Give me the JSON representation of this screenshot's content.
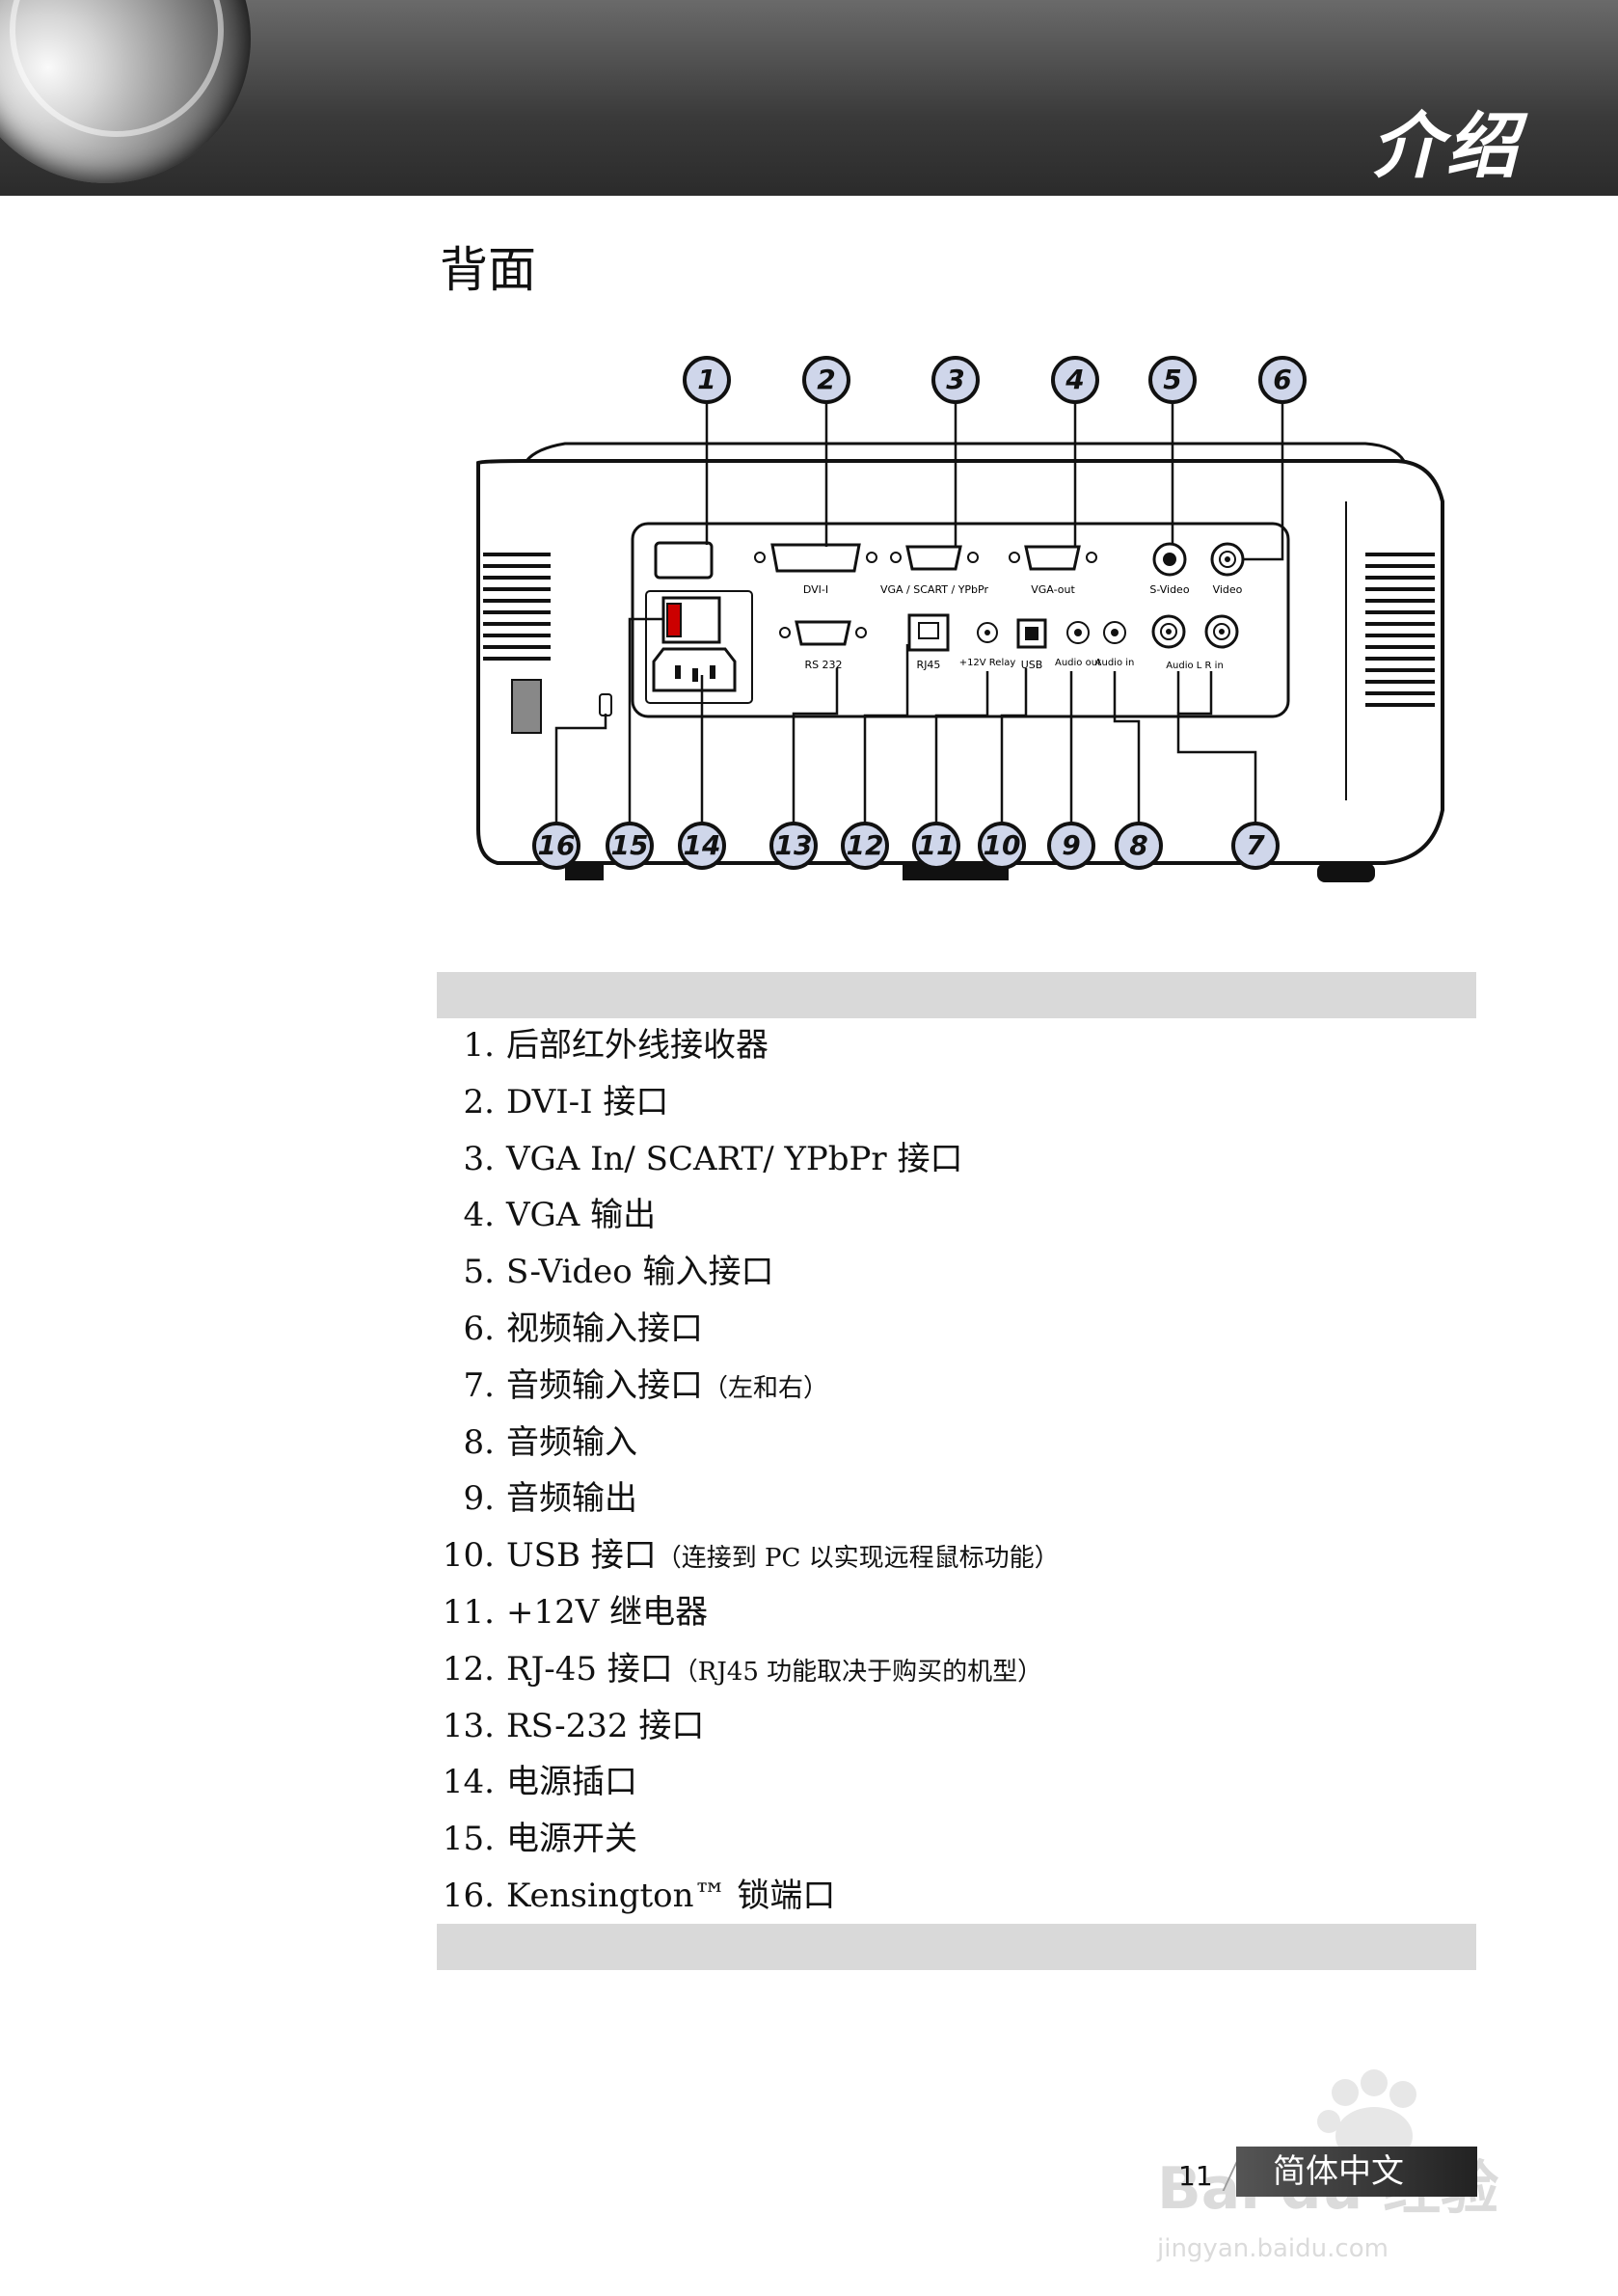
{
  "header": {
    "title": "介绍"
  },
  "section": {
    "title": "背面"
  },
  "diagram": {
    "callouts_top": [
      "1",
      "2",
      "3",
      "4",
      "5",
      "6"
    ],
    "callouts_bottom": [
      "16",
      "15",
      "14",
      "13",
      "12",
      "11",
      "10",
      "9",
      "8",
      "7"
    ],
    "port_labels": {
      "dvi": "DVI-I",
      "vga_in": "VGA / SCART / YPbPr",
      "vga_out": "VGA-out",
      "svideo": "S-Video",
      "video": "Video",
      "rs232": "RS 232",
      "rj45": "RJ45",
      "relay": "+12V Relay",
      "usb": "USB",
      "audio_out": "Audio out",
      "audio_in": "Audio in",
      "audio_lr": "Audio L R in"
    }
  },
  "items": [
    {
      "num": "1.",
      "text": "后部红外线接收器",
      "note": ""
    },
    {
      "num": "2.",
      "text": "DVI-I 接口",
      "note": ""
    },
    {
      "num": "3.",
      "text": "VGA In/ SCART/ YPbPr 接口",
      "note": ""
    },
    {
      "num": "4.",
      "text": "VGA 输出",
      "note": ""
    },
    {
      "num": "5.",
      "text": "S-Video 输入接口",
      "note": ""
    },
    {
      "num": "6.",
      "text": "视频输入接口",
      "note": ""
    },
    {
      "num": "7.",
      "text": "音频输入接口",
      "note": "（左和右）"
    },
    {
      "num": "8.",
      "text": "音频输入",
      "note": ""
    },
    {
      "num": "9.",
      "text": "音频输出",
      "note": ""
    },
    {
      "num": "10.",
      "text": "USB 接口",
      "note": "（连接到 PC 以实现远程鼠标功能）"
    },
    {
      "num": "11.",
      "text": "+12V 继电器",
      "note": ""
    },
    {
      "num": "12.",
      "text": "RJ-45 接口",
      "note": "（RJ45 功能取决于购买的机型）"
    },
    {
      "num": "13.",
      "text": "RS-232 接口",
      "note": ""
    },
    {
      "num": "14.",
      "text": "电源插口",
      "note": ""
    },
    {
      "num": "15.",
      "text": "电源开关",
      "note": ""
    },
    {
      "num": "16.",
      "text": "Kensington™ 锁端口",
      "note": ""
    }
  ],
  "footer": {
    "page": "11",
    "language": "简体中文"
  },
  "watermark": {
    "brand": "Bai du 经验",
    "url": "jingyan.baidu.com"
  }
}
